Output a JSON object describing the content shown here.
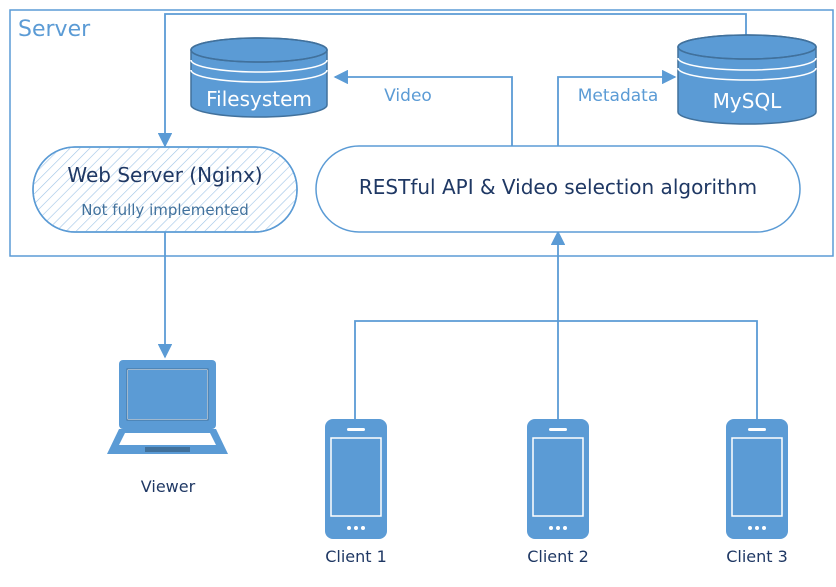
{
  "server": {
    "title": "Server"
  },
  "storage": {
    "filesystem": "Filesystem",
    "mysql": "MySQL"
  },
  "nodes": {
    "web_server": "Web Server (Nginx)",
    "web_server_note": "Not fully implemented",
    "api": "RESTful API & Video selection algorithm"
  },
  "edges": {
    "video": "Video",
    "metadata": "Metadata"
  },
  "devices": {
    "viewer": "Viewer",
    "clients": [
      "Client 1",
      "Client 2",
      "Client 3"
    ]
  },
  "colors": {
    "accent": "#5b9bd5",
    "dark": "#41719c",
    "panel_border": "#5b9bd5",
    "panel_fill": "#ffffff",
    "text_dark": "#1f3864",
    "text_light": "#ffffff"
  }
}
